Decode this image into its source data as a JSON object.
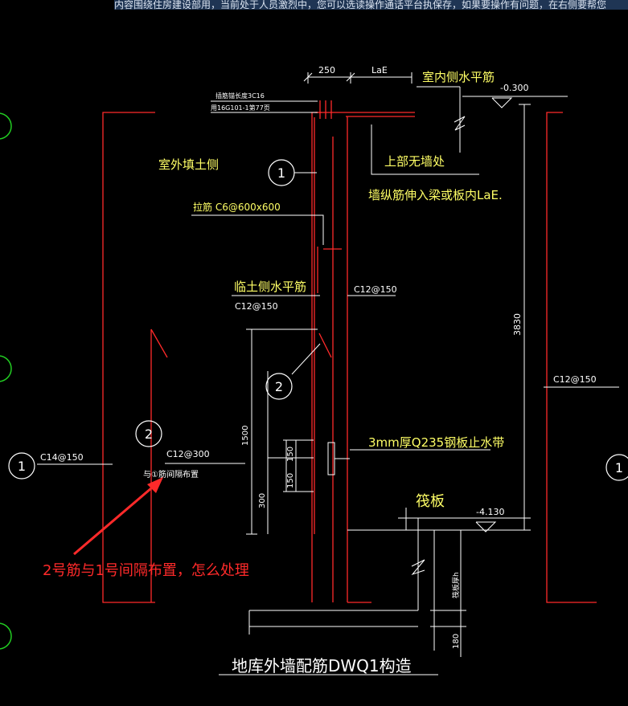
{
  "top_banner": "内容围绕住房建设部用，当前处于人员激烈中，您可以选读操作通话平台执保存，如果要操作有问题，在右侧要帮您",
  "labels": {
    "dim_250": "250",
    "dim_lae": "LaE",
    "indoor_horizontal": "室内侧水平筋",
    "elev_top": "-0.300",
    "note_anchor": "插筋锚长度3C16",
    "note_ref": "用16G101-1第77页",
    "outside_fill": "室外填土侧",
    "no_wall_above": "上部无墙处",
    "wall_rebar_into": "墙纵筋伸入梁或板内LaE.",
    "tie_bar": "拉筋 C6@600x600",
    "soil_horizontal": "临土侧水平筋",
    "c12_150_a": "C12@150",
    "c12_150_b": "C12@150",
    "c12_150_c": "C12@150",
    "dim_3830": "3830",
    "dim_1500": "1500",
    "c12_300": "C12@300",
    "spacing_note": "与①筋间隔布置",
    "c14_150": "C14@150",
    "waterstop": "3mm厚Q235钢板止水带",
    "dim_150a": "150",
    "dim_150b": "150",
    "dim_300": "300",
    "raft": "筏板",
    "elev_bottom": "-4.130",
    "raft_thk": "筏板厚h",
    "dim_180": "180",
    "title": "地库外墙配筋DWQ1构造",
    "question": "2号筋与1号间隔布置，怎么处理"
  },
  "markers": {
    "m1_top": "1",
    "m2_mid": "2",
    "m2_left": "2",
    "m1_left": "1",
    "m1_right": "1"
  },
  "colors": {
    "wall_lines": "#ff2a2a",
    "text_yellow": "#ffff66",
    "text_white": "#ffffff",
    "line_white": "#ffffff",
    "green_edge": "#22cc22",
    "topbar_bg": "#1f3554",
    "annotation_red": "#ff2a2a"
  }
}
